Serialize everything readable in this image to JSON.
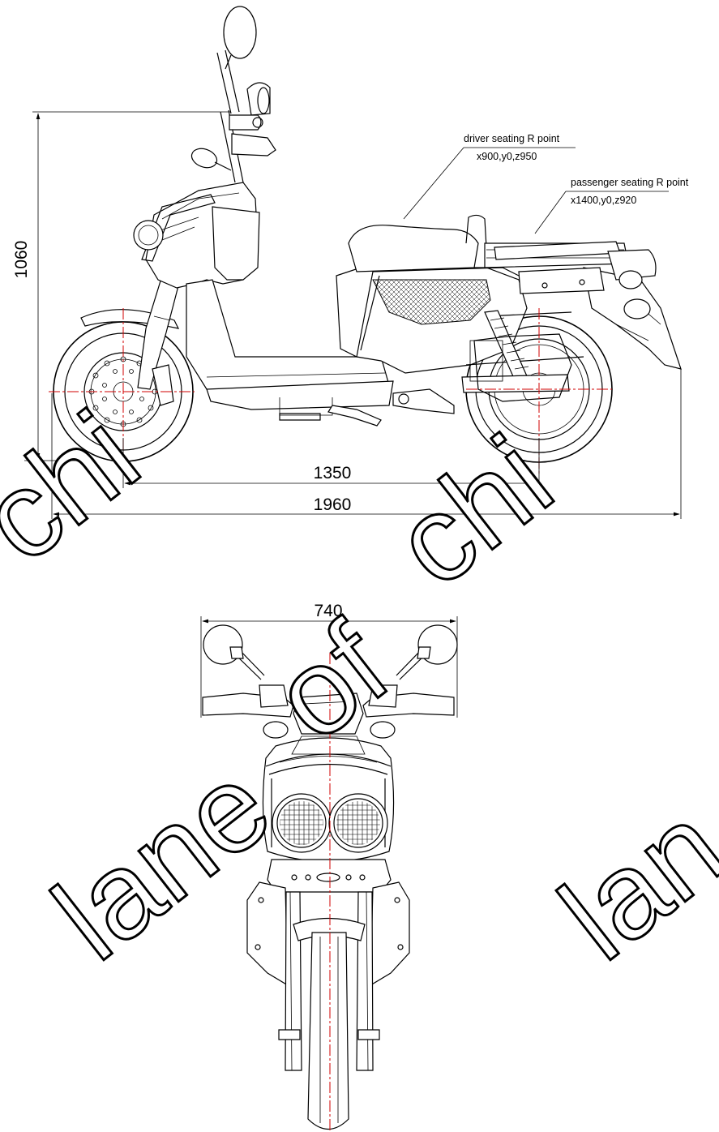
{
  "dimensions": {
    "height": "1060",
    "wheelbase": "1350",
    "overall_length": "1960",
    "width": "740"
  },
  "annotations": {
    "driver_label": "driver seating R point",
    "driver_coords": "x900,y0,z950",
    "passenger_label": "passenger seating R point",
    "passenger_coords": "x1400,y0,z920"
  },
  "watermark": {
    "left": "chi",
    "right": "chi",
    "bottom_left": "lane",
    "bottom_middle": "of",
    "bottom_right": "lan"
  },
  "colors": {
    "line": "#000000",
    "centerline": "#d00000",
    "background": "#ffffff"
  }
}
